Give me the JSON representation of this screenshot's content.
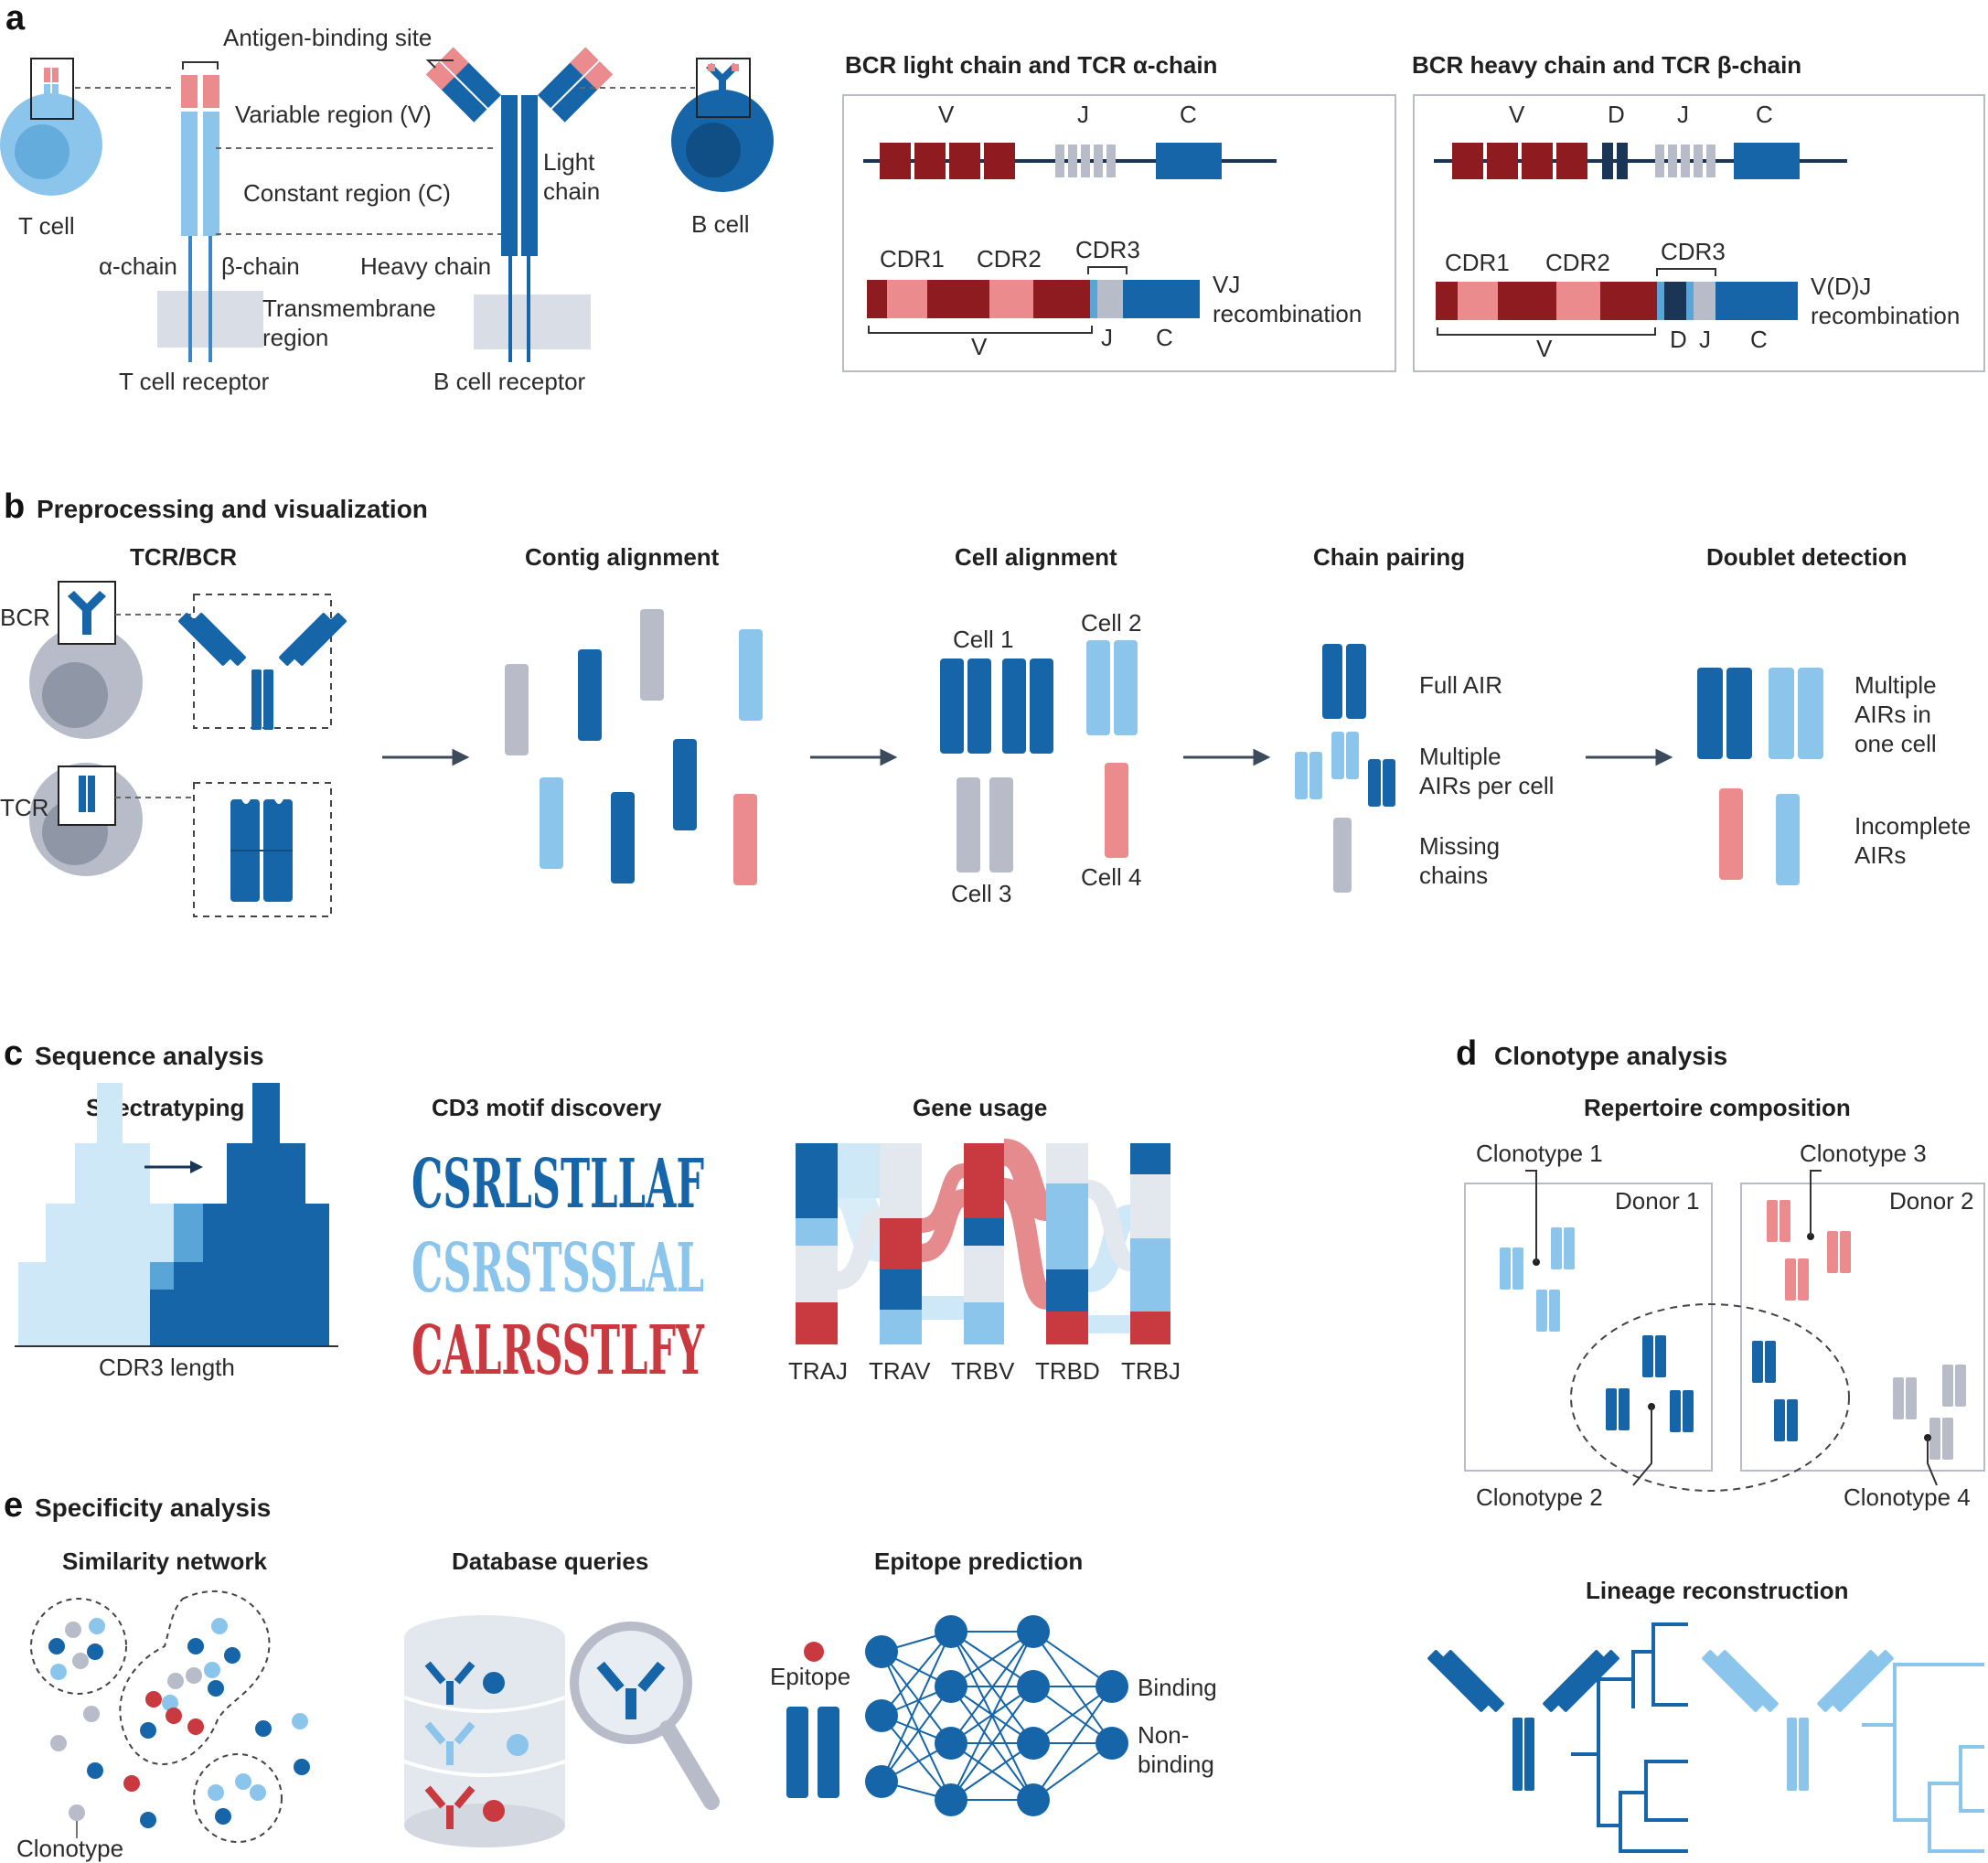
{
  "colors": {
    "dark_blue": "#1565a8",
    "mid_blue": "#5aa5d8",
    "light_blue": "#9fd1f0",
    "pale_blue": "#cfe8f8",
    "dark_red": "#8e1b20",
    "red": "#c93a40",
    "pink": "#ec8b8d",
    "grey": "#b7bcc8",
    "navy": "#1b3556"
  },
  "panel_a": {
    "letter": "a",
    "antigen_binding_site": "Antigen-binding site",
    "variable_region": "Variable region (V)",
    "constant_region": "Constant region (C)",
    "t_cell": "T cell",
    "b_cell": "B cell",
    "alpha_chain": "α-chain",
    "beta_chain": "β-chain",
    "heavy_chain": "Heavy chain",
    "light_chain_1": "Light",
    "light_chain_2": "chain",
    "transmembrane_1": "Transmembrane",
    "transmembrane_2": "region",
    "t_cell_receptor": "T cell receptor",
    "b_cell_receptor": "B cell receptor",
    "box_vj": {
      "title": "BCR light chain and TCR α-chain",
      "genes": [
        "V",
        "J",
        "C"
      ],
      "cdr": [
        "CDR1",
        "CDR2",
        "CDR3"
      ],
      "recomb_1": "VJ",
      "recomb_2": "recombination",
      "segments": [
        "V",
        "J",
        "C"
      ]
    },
    "box_vdj": {
      "title": "BCR heavy chain and TCR β-chain",
      "genes": [
        "V",
        "D",
        "J",
        "C"
      ],
      "cdr": [
        "CDR1",
        "CDR2",
        "CDR3"
      ],
      "recomb_1": "V(D)J",
      "recomb_2": "recombination",
      "segments": [
        "V",
        "D",
        "J",
        "C"
      ]
    }
  },
  "panel_b": {
    "letter": "b",
    "title": "Preprocessing and visualization",
    "tcr_bcr": "TCR/BCR",
    "bcr": "BCR",
    "tcr": "TCR",
    "contig_alignment": "Contig alignment",
    "cell_alignment": "Cell alignment",
    "cells": [
      "Cell 1",
      "Cell 2",
      "Cell 3",
      "Cell 4"
    ],
    "chain_pairing": "Chain pairing",
    "full_air": "Full AIR",
    "multiple_airs_1": "Multiple",
    "multiple_airs_2": "AIRs per cell",
    "missing_1": "Missing",
    "missing_2": "chains",
    "doublet_detection": "Doublet detection",
    "multi_one_1": "Multiple",
    "multi_one_2": "AIRs in",
    "multi_one_3": "one cell",
    "incomplete_1": "Incomplete",
    "incomplete_2": "AIRs"
  },
  "panel_c": {
    "letter": "c",
    "title": "Sequence analysis",
    "spectratyping": "Spectratyping",
    "cdr3_length": "CDR3 length",
    "spectra_light": [
      2,
      4,
      6,
      8,
      6,
      4
    ],
    "spectra_dark": [
      2,
      4,
      6,
      8,
      6,
      4,
      2
    ],
    "motif_title": "CD3 motif discovery",
    "motif_rows": [
      {
        "text": "CSRLSTLLAF",
        "color": "#1565a8"
      },
      {
        "text": "CSRSTSSLAL",
        "color": "#8cc5ec"
      },
      {
        "text": "CALRSSTLFY",
        "color": "#c93a40"
      }
    ],
    "gene_usage": "Gene usage",
    "genes": [
      "TRAJ",
      "TRAV",
      "TRBV",
      "TRBD",
      "TRBJ"
    ]
  },
  "panel_d": {
    "letter": "d",
    "title": "Clonotype analysis",
    "repertoire": "Repertoire composition",
    "clonotypes": [
      "Clonotype 1",
      "Clonotype 2",
      "Clonotype 3",
      "Clonotype 4"
    ],
    "donors": [
      "Donor 1",
      "Donor 2"
    ],
    "lineage": "Lineage reconstruction"
  },
  "panel_e": {
    "letter": "e",
    "title": "Specificity analysis",
    "similarity": "Similarity network",
    "clonotype": "Clonotype",
    "database": "Database queries",
    "epitope_prediction": "Epitope prediction",
    "epitope": "Epitope",
    "binding": "Binding",
    "non_binding_1": "Non-",
    "non_binding_2": "binding"
  }
}
